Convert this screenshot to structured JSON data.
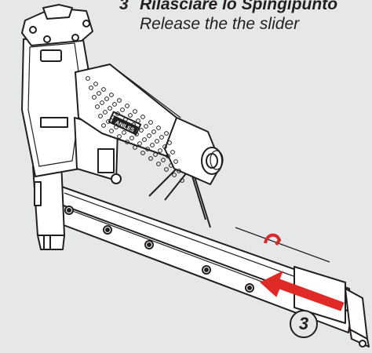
{
  "instruction": {
    "step_number": "3",
    "title_it": "Rilasciare lo Spingipunto",
    "subtitle_en": "Release the the slider"
  },
  "illustration": {
    "brand_plate": "ANILES",
    "arrow_color": "#e02a27",
    "marker_color": "#d12b2b",
    "background_color": "#e6e7e8"
  },
  "step_badge": {
    "label": "3"
  }
}
